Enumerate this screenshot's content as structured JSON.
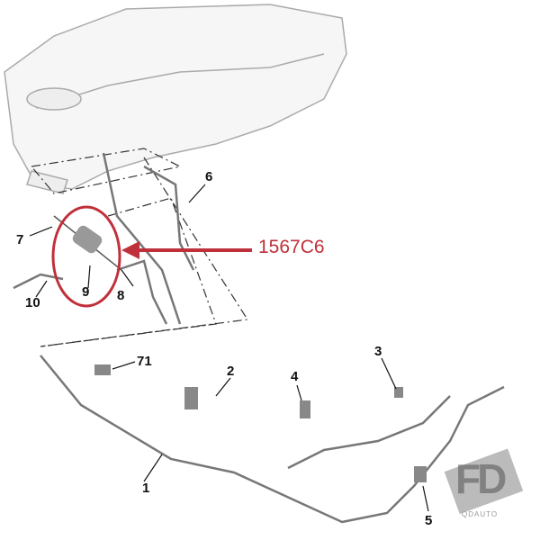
{
  "diagram": {
    "part_labels": [
      "1",
      "2",
      "3",
      "4",
      "5",
      "6",
      "7",
      "8",
      "9",
      "10",
      "71"
    ],
    "highlight_reference": "1567C6",
    "highlight_color": "#c0303a",
    "watermark": {
      "logo": "FD",
      "text": "QDAUTO"
    }
  }
}
